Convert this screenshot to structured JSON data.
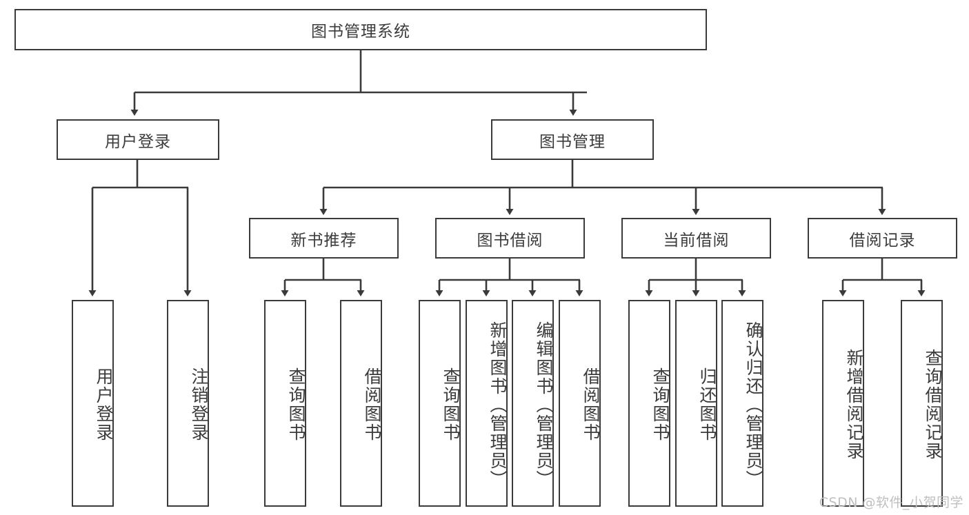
{
  "diagram": {
    "type": "tree-hierarchy",
    "title_node": {
      "label": "图书管理系统"
    },
    "level2": [
      {
        "id": "user-login",
        "label": "用户登录"
      },
      {
        "id": "book-management",
        "label": "图书管理"
      }
    ],
    "level3": [
      {
        "id": "new-book-recommend",
        "label": "新书推荐",
        "parent": "book-management"
      },
      {
        "id": "book-borrow",
        "label": "图书借阅",
        "parent": "book-management"
      },
      {
        "id": "current-borrow",
        "label": "当前借阅",
        "parent": "book-management"
      },
      {
        "id": "borrow-record",
        "label": "借阅记录",
        "parent": "book-management"
      }
    ],
    "leaves": [
      {
        "id": "leaf-user-login",
        "label": "用户登录",
        "parent": "user-login"
      },
      {
        "id": "leaf-logout-login",
        "label": "注销登录",
        "parent": "user-login"
      },
      {
        "id": "leaf-query-book-1",
        "label": "查询图书",
        "parent": "new-book-recommend"
      },
      {
        "id": "leaf-borrow-book-1",
        "label": "借阅图书",
        "parent": "new-book-recommend"
      },
      {
        "id": "leaf-query-book-2",
        "label": "查询图书",
        "parent": "book-borrow"
      },
      {
        "id": "leaf-add-book",
        "label": "新增图书（管理员）",
        "parent": "book-borrow"
      },
      {
        "id": "leaf-edit-book",
        "label": "编辑图书（管理员）",
        "parent": "book-borrow"
      },
      {
        "id": "leaf-borrow-book-2",
        "label": "借阅图书",
        "parent": "book-borrow"
      },
      {
        "id": "leaf-query-book-3",
        "label": "查询图书",
        "parent": "current-borrow"
      },
      {
        "id": "leaf-return-book",
        "label": "归还图书",
        "parent": "current-borrow"
      },
      {
        "id": "leaf-confirm-return",
        "label": "确认归还（管理员）",
        "parent": "current-borrow"
      },
      {
        "id": "leaf-add-record",
        "label": "新增借阅记录",
        "parent": "borrow-record"
      },
      {
        "id": "leaf-query-record",
        "label": "查询借阅记录",
        "parent": "borrow-record"
      }
    ],
    "colors": {
      "stroke": "#3a3a3a",
      "text": "#3b3b3b",
      "background": "#ffffff",
      "watermark": "#bfbfbf"
    }
  },
  "watermark": {
    "text": "CSDN @软件_小贺同学"
  }
}
